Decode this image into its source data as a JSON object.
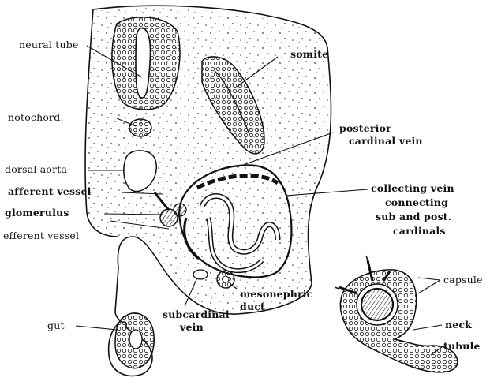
{
  "labels": {
    "neural_tube": "neural tube",
    "somite": "somite",
    "notochord": "notochord.",
    "posterior_cardinal_vein_1": "posterior",
    "posterior_cardinal_vein_2": "cardinal vein",
    "dorsal_aorta": "dorsal aorta",
    "afferent_vessel": "afferent vessel",
    "collecting_vein_1": "collecting  vein",
    "collecting_vein_2": "connecting",
    "collecting_vein_3": "sub and post.",
    "collecting_vein_4": "cardinals",
    "glomerulus": "glomerulus",
    "efferent_vessel": "efferent  vessel",
    "mesonephric_duct_1": "mesonephric",
    "mesonephric_duct_2": "duct",
    "gut": "gut",
    "subcardinal_vein_1": "subcardinal",
    "subcardinal_vein_2": "vein",
    "capsule": "capsule",
    "neck": "neck",
    "tubule": "tubule"
  },
  "colors": {
    "ink": "#111111",
    "paper": "#ffffff"
  }
}
